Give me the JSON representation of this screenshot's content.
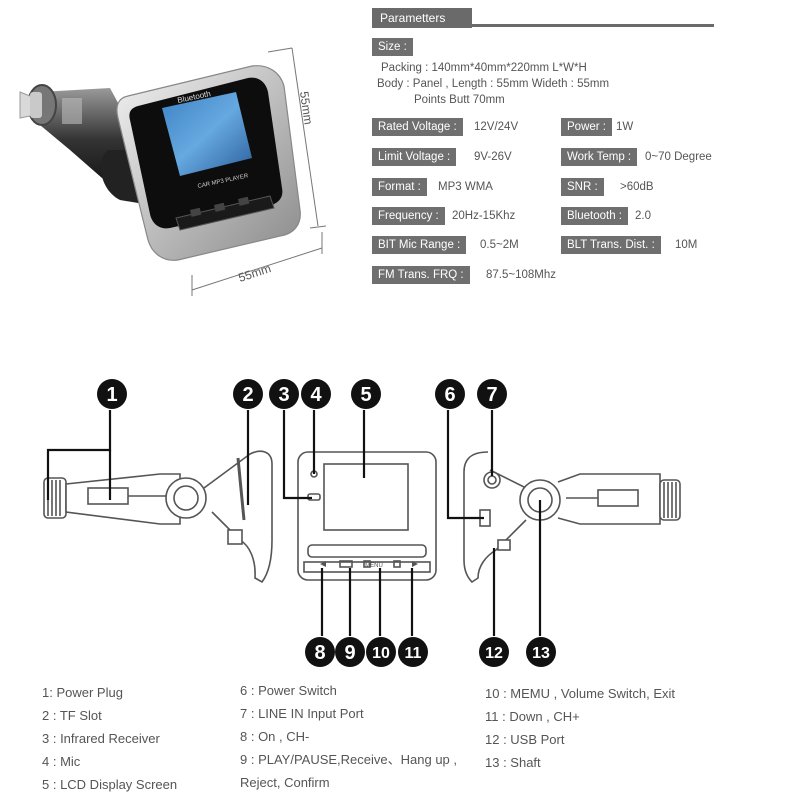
{
  "parameters": {
    "header": "Parametters",
    "size_label": "Size :",
    "packing": "Packing : 140mm*40mm*220mm  L*W*H",
    "body": "Body : Panel , Length : 55mm   Wideth : 55mm",
    "points_butt": "Points Butt 70mm",
    "rows": [
      {
        "label": "Rated Voltage :",
        "value": "12V/24V",
        "label2": "Power :",
        "value2": "1W"
      },
      {
        "label": "Limit Voltage :",
        "value": "9V-26V",
        "label2": "Work Temp :",
        "value2": "0~70 Degree"
      },
      {
        "label": "Format :",
        "value": "MP3  WMA",
        "label2": "SNR :",
        "value2": ">60dB"
      },
      {
        "label": "Frequency :",
        "value": "20Hz-15Khz",
        "label2": "Bluetooth :",
        "value2": "2.0"
      },
      {
        "label": "BIT Mic Range :",
        "value": "0.5~2M",
        "label2": "BLT Trans. Dist. :",
        "value2": "10M"
      },
      {
        "label": "FM Trans. FRQ :",
        "value": "87.5~108Mhz"
      }
    ]
  },
  "product": {
    "brand_text": "Bluetooth",
    "player_text": "CAR MP3 PLAYER",
    "dim_height": "55mm",
    "dim_width": "55mm"
  },
  "diagram": {
    "menu_text": "MENU",
    "callouts": [
      "1",
      "2",
      "3",
      "4",
      "5",
      "6",
      "7",
      "8",
      "9",
      "10",
      "11",
      "12",
      "13"
    ]
  },
  "legend": {
    "col1": [
      "1: Power Plug",
      "2 : TF Slot",
      "3 : Infrared Receiver",
      "4 : Mic",
      "5 : LCD Display Screen"
    ],
    "col2": [
      "6 : Power Switch",
      "7 : LINE IN Input Port",
      "8 : On  , CH-",
      "9 : PLAY/PAUSE,Receive、Hang up ,",
      "Reject, Confirm"
    ],
    "col3": [
      "10 : MEMU , Volume Switch, Exit",
      "11 : Down , CH+",
      "12 : USB Port",
      "13 : Shaft"
    ]
  }
}
